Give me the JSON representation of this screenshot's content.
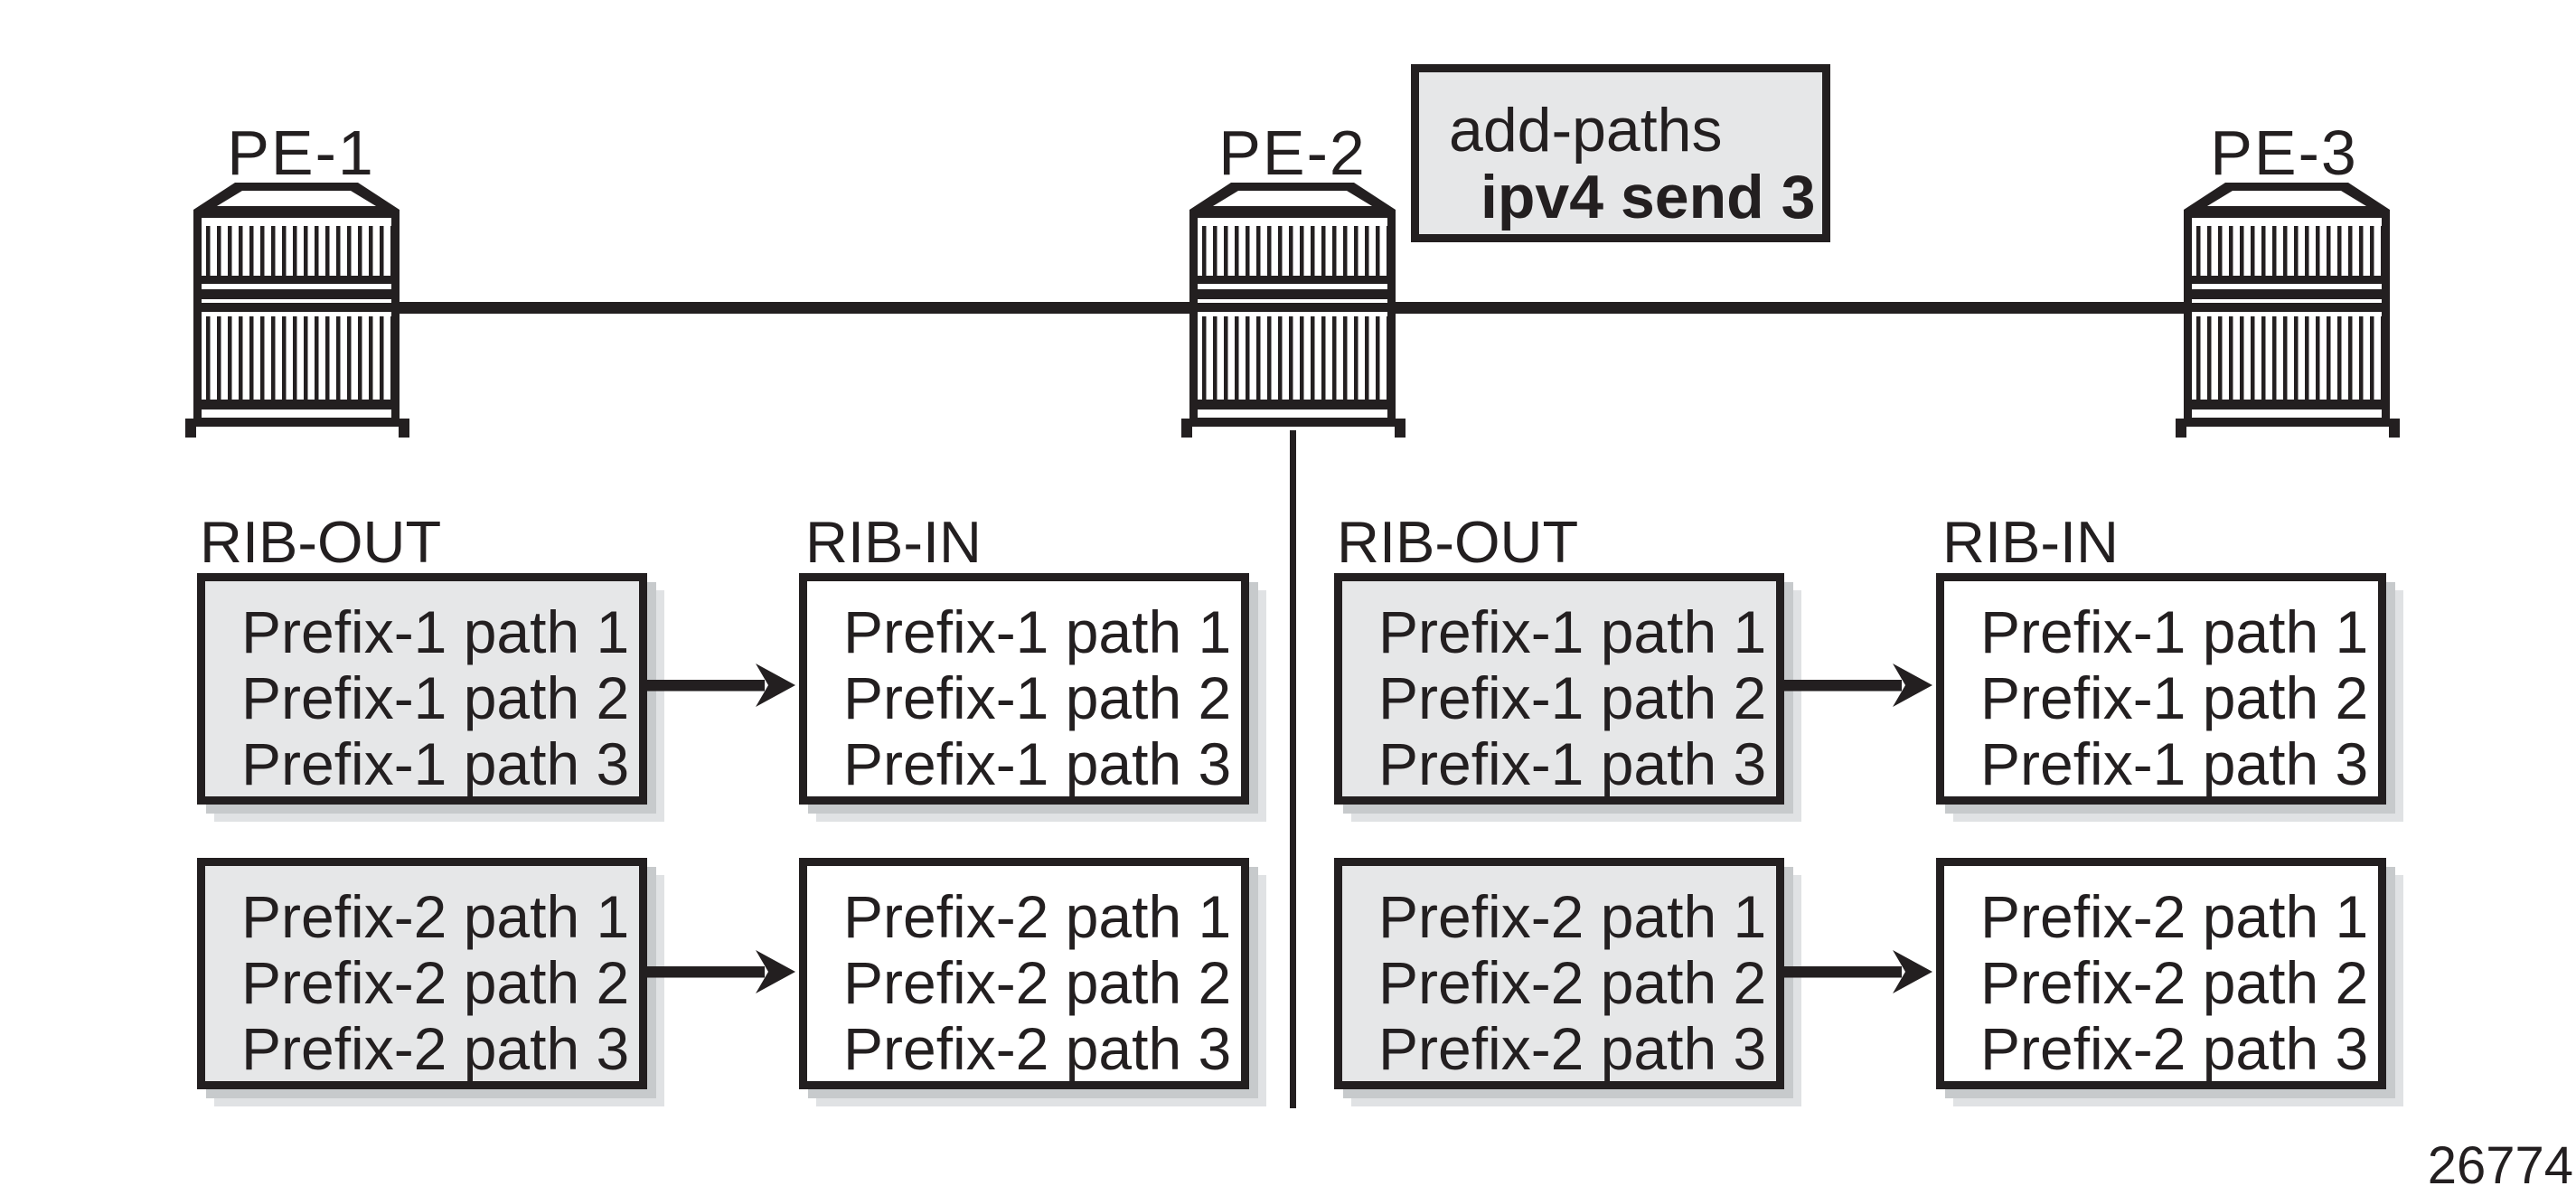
{
  "routers": [
    {
      "label": "PE-1"
    },
    {
      "label": "PE-2"
    },
    {
      "label": "PE-3"
    }
  ],
  "config_note": {
    "line1": "add-paths",
    "line2": "ipv4 send 3"
  },
  "sessions": [
    {
      "name": "pe1-pe2",
      "rib_out": {
        "label": "RIB-OUT",
        "rows": [
          [
            "Prefix-1 path 1",
            "Prefix-1 path 2",
            "Prefix-1 path 3"
          ],
          [
            "Prefix-2 path 1",
            "Prefix-2 path 2",
            "Prefix-2 path 3"
          ]
        ]
      },
      "rib_in": {
        "label": "RIB-IN",
        "rows": [
          [
            "Prefix-1 path 1",
            "Prefix-1 path 2",
            "Prefix-1 path 3"
          ],
          [
            "Prefix-2 path 1",
            "Prefix-2 path 2",
            "Prefix-2 path 3"
          ]
        ]
      }
    },
    {
      "name": "pe2-pe3",
      "rib_out": {
        "label": "RIB-OUT",
        "rows": [
          [
            "Prefix-1 path 1",
            "Prefix-1 path 2",
            "Prefix-1 path 3"
          ],
          [
            "Prefix-2 path 1",
            "Prefix-2 path 2",
            "Prefix-2 path 3"
          ]
        ]
      },
      "rib_in": {
        "label": "RIB-IN",
        "rows": [
          [
            "Prefix-1 path 1",
            "Prefix-1 path 2",
            "Prefix-1 path 3"
          ],
          [
            "Prefix-2 path 1",
            "Prefix-2 path 2",
            "Prefix-2 path 3"
          ]
        ]
      }
    }
  ],
  "figure_number": "26774",
  "colors": {
    "ink": "#231f20",
    "box_fill": "#e6e7e8",
    "shadow_inner": "#c7cacc",
    "shadow_outer": "#e0e2e4",
    "background": "#ffffff"
  }
}
